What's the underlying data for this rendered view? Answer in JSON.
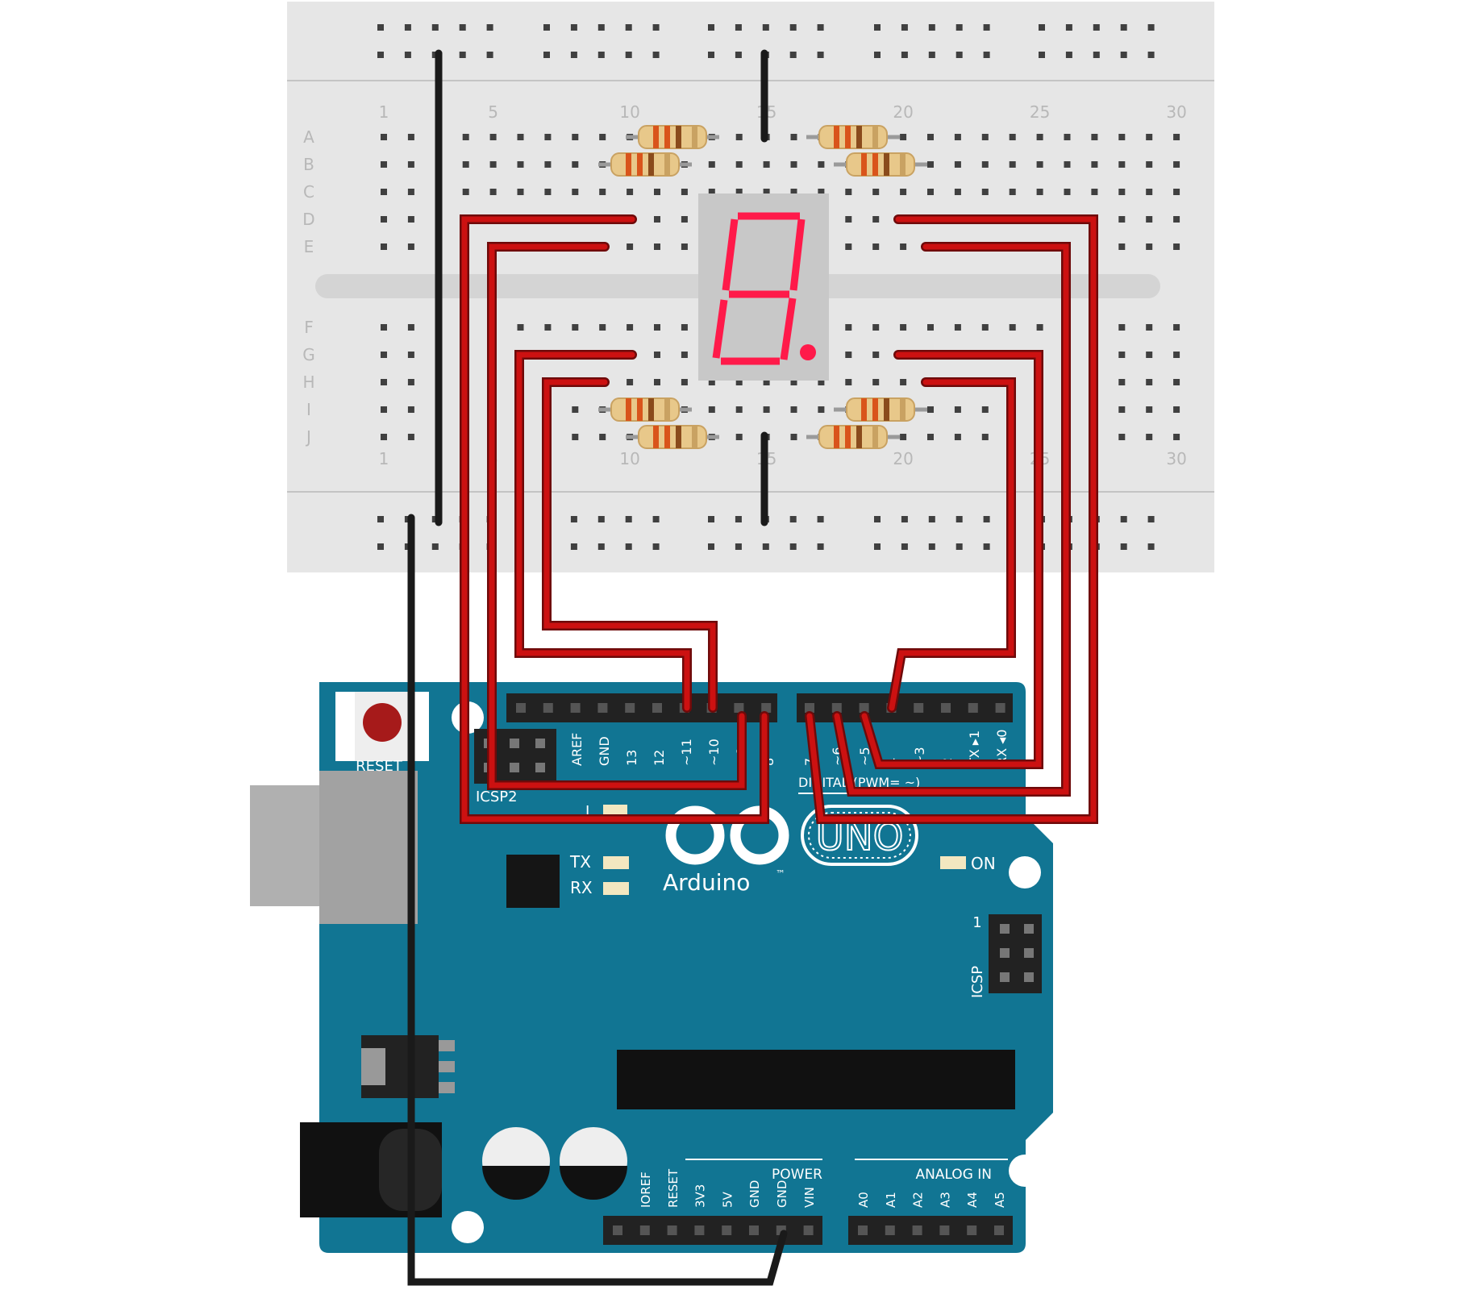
{
  "breadboard": {
    "column_numbers": [
      "1",
      "5",
      "10",
      "15",
      "20",
      "25",
      "30"
    ],
    "row_letters_top": [
      "A",
      "B",
      "C",
      "D",
      "E"
    ],
    "row_letters_bottom": [
      "F",
      "G",
      "H",
      "I",
      "J"
    ]
  },
  "display": {
    "segment_color": "#ff1a4a",
    "body_color": "#c8c8c8"
  },
  "wires": {
    "signal_color": "#cc1111",
    "ground_color": "#1a1a1a"
  },
  "arduino": {
    "board_color": "#117593",
    "reset_label": "RESET",
    "icsp2_label": "ICSP2",
    "l_label": "L",
    "tx_label": "TX",
    "rx_label": "RX",
    "brand": "Arduino",
    "tm": "™",
    "model": "UNO",
    "on_label": "ON",
    "icsp_label": "ICSP",
    "icsp_pin1": "1",
    "digital_header_label": "DIGITAL (PWM= ~)",
    "digital_left_pins": [
      "AREF",
      "GND",
      "13",
      "12",
      "~11",
      "~10",
      "~9",
      "8"
    ],
    "digital_right_pins": [
      "7",
      "~6",
      "~5",
      "4",
      "~3",
      "2",
      "TX ▸1",
      "RX ◂0"
    ],
    "power_label": "POWER",
    "power_pins": [
      "IOREF",
      "RESET",
      "3V3",
      "5V",
      "GND",
      "GND",
      "VIN"
    ],
    "analog_label": "ANALOG IN",
    "analog_pins": [
      "A0",
      "A1",
      "A2",
      "A3",
      "A4",
      "A5"
    ]
  }
}
